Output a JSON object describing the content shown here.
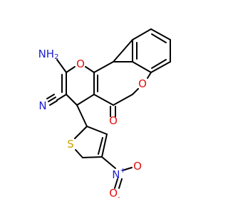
{
  "molecule": {
    "atoms": {
      "nh2": {
        "text": "NH",
        "sub": "2",
        "color": "#1f1fd0"
      },
      "o_pyran": {
        "text": "O",
        "color": "#e01010"
      },
      "o_lactone": {
        "text": "O",
        "color": "#e01010"
      },
      "o_carbonyl": {
        "text": "O",
        "color": "#e01010"
      },
      "n_nitrile": {
        "text": "N",
        "color": "#1f1fd0"
      },
      "s_thiophene": {
        "text": "S",
        "color": "#c8a000"
      },
      "n_nitro": {
        "text": "N",
        "sup": "+",
        "color": "#1f1fd0"
      },
      "o_nitro_1": {
        "text": "O",
        "color": "#e01010"
      },
      "o_nitro_2": {
        "text": "O",
        "sup": "-",
        "color": "#e01010"
      }
    }
  }
}
